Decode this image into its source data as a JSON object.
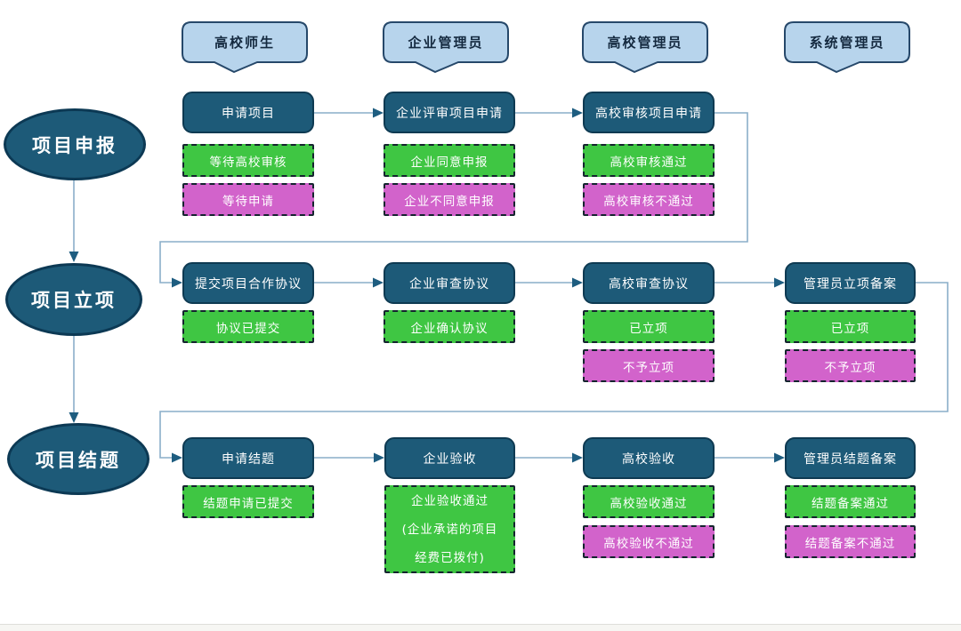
{
  "lanes": [
    {
      "label": "高校师生"
    },
    {
      "label": "企业管理员"
    },
    {
      "label": "高校管理员"
    },
    {
      "label": "系统管理员"
    }
  ],
  "phases": [
    {
      "label": "项目申报"
    },
    {
      "label": "项目立项"
    },
    {
      "label": "项目结题"
    }
  ],
  "rows": [
    {
      "steps": [
        {
          "action": "申请项目",
          "statuses": [
            {
              "text": "等待高校审核",
              "kind": "success"
            },
            {
              "text": "等待申请",
              "kind": "fail"
            }
          ]
        },
        {
          "action": "企业评审项目申请",
          "statuses": [
            {
              "text": "企业同意申报",
              "kind": "success"
            },
            {
              "text": "企业不同意申报",
              "kind": "fail"
            }
          ]
        },
        {
          "action": "高校审核项目申请",
          "statuses": [
            {
              "text": "高校审核通过",
              "kind": "success"
            },
            {
              "text": "高校审核不通过",
              "kind": "fail"
            }
          ]
        }
      ]
    },
    {
      "steps": [
        {
          "action": "提交项目合作协议",
          "statuses": [
            {
              "text": "协议已提交",
              "kind": "success"
            }
          ]
        },
        {
          "action": "企业审查协议",
          "statuses": [
            {
              "text": "企业确认协议",
              "kind": "success"
            }
          ]
        },
        {
          "action": "高校审查协议",
          "statuses": [
            {
              "text": "已立项",
              "kind": "success"
            },
            {
              "text": "不予立项",
              "kind": "fail"
            }
          ]
        },
        {
          "action": "管理员立项备案",
          "statuses": [
            {
              "text": "已立项",
              "kind": "success"
            },
            {
              "text": "不予立项",
              "kind": "fail"
            }
          ]
        }
      ]
    },
    {
      "steps": [
        {
          "action": "申请结题",
          "statuses": [
            {
              "text": "结题申请已提交",
              "kind": "success"
            }
          ]
        },
        {
          "action": "企业验收",
          "statuses": [
            {
              "text": "企业验收通过\n(企业承诺的项目\n经费已拨付)",
              "kind": "success"
            }
          ]
        },
        {
          "action": "高校验收",
          "statuses": [
            {
              "text": "高校验收通过",
              "kind": "success"
            },
            {
              "text": "高校验收不通过",
              "kind": "fail"
            }
          ]
        },
        {
          "action": "管理员结题备案",
          "statuses": [
            {
              "text": "结题备案通过",
              "kind": "success"
            },
            {
              "text": "结题备案不通过",
              "kind": "fail"
            }
          ]
        }
      ]
    }
  ],
  "colors": {
    "action_fill": "#1d5a78",
    "action_border": "#0e3a52",
    "lane_fill": "#b7d4ec",
    "lane_border": "#26486a",
    "status_success": "#3fc643",
    "status_fail": "#d263cb",
    "status_border": "#14242e",
    "connector_line": "#8aaec9",
    "arrow_head": "#1e5d80"
  }
}
